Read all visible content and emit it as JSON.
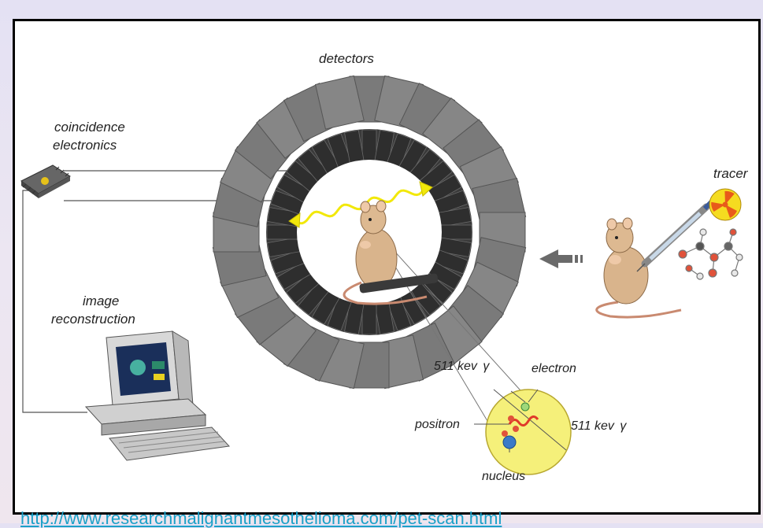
{
  "labels": {
    "detectors": "detectors",
    "coincidence_line1": "coincidence",
    "coincidence_line2": "electronics",
    "tracer": "tracer",
    "image_line1": "image",
    "image_line2": "reconstruction",
    "kev_top": "511 kev",
    "kev_right": "511 kev",
    "gamma_symbol": "γ",
    "electron": "electron",
    "positron": "positron",
    "nucleus": "nucleus"
  },
  "source_link": "http://www.researchmalignantmesothelioma.com/pet-scan.html",
  "colors": {
    "detector_outer": "#7a7a7a",
    "detector_inner": "#3a3a3a",
    "gamma_ray": "#f2e80a",
    "atom_fill": "#f5f07a",
    "tracer_symbol": "#e85a1a",
    "link": "#1aa0c8"
  },
  "icons": [
    "chip-icon",
    "computer-icon",
    "rat-icon",
    "syringe-icon",
    "radiation-icon",
    "molecule-icon",
    "arrow-icon"
  ]
}
